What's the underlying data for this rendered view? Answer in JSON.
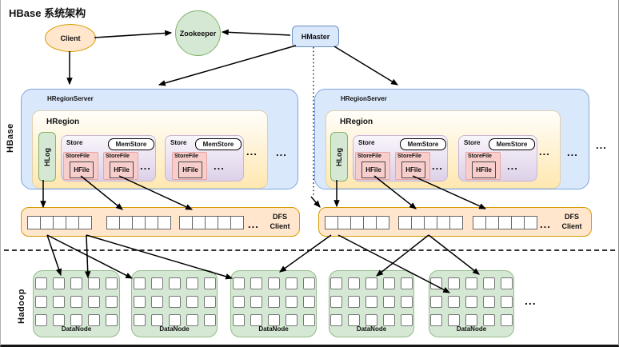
{
  "title": "HBase 系统架构",
  "section_labels": {
    "hbase": "HBase",
    "hadoop": "Hadoop"
  },
  "nodes": {
    "client": "Client",
    "zookeeper": "Zookeeper",
    "hmaster": "HMaster"
  },
  "ellipsis": "...",
  "region_servers": [
    {
      "label": "HRegionServer",
      "region_label": "HRegion",
      "hlog": "HLog",
      "stores": [
        {
          "label": "Store",
          "memstore": "MemStore",
          "storefiles": [
            {
              "label": "StoreFile",
              "hfile": "HFile"
            },
            {
              "label": "StoreFile",
              "hfile": "HFile"
            }
          ]
        },
        {
          "label": "Store",
          "memstore": "MemStore",
          "storefiles": [
            {
              "label": "StoreFile",
              "hfile": "HFile"
            }
          ]
        }
      ]
    },
    {
      "label": "HRegionServer",
      "region_label": "HRegion",
      "hlog": "HLog",
      "stores": [
        {
          "label": "Store",
          "memstore": "MemStore",
          "storefiles": [
            {
              "label": "StoreFile",
              "hfile": "HFile"
            },
            {
              "label": "StoreFile",
              "hfile": "HFile"
            }
          ]
        },
        {
          "label": "Store",
          "memstore": "MemStore",
          "storefiles": [
            {
              "label": "StoreFile",
              "hfile": "HFile"
            }
          ]
        }
      ]
    }
  ],
  "dfs_clients": [
    {
      "label": "DFS Client",
      "group_count": 3,
      "squares_per_group": 5
    },
    {
      "label": "DFS Client",
      "group_count": 3,
      "squares_per_group": 5
    }
  ],
  "datanodes": [
    {
      "label": "DataNode",
      "cols": 5,
      "rows": 3
    },
    {
      "label": "DataNode",
      "cols": 5,
      "rows": 3
    },
    {
      "label": "DataNode",
      "cols": 5,
      "rows": 3
    },
    {
      "label": "DataNode",
      "cols": 5,
      "rows": 3
    },
    {
      "label": "DataNode",
      "cols": 5,
      "rows": 3
    }
  ],
  "colors": {
    "orange_fill": "#ffe6cc",
    "orange_stroke": "#d79b00",
    "green_fill": "#d5e8d4",
    "green_stroke": "#82b366",
    "blue_fill": "#dae8fc",
    "blue_stroke": "#6c8ebf",
    "purple_fill": "#e1d5e7",
    "purple_stroke": "#9673a6",
    "pink_fill": "#f8cecc",
    "pink_stroke": "#b85450",
    "yellow_fill": "#ffe7b0",
    "arrow": "#000000"
  }
}
